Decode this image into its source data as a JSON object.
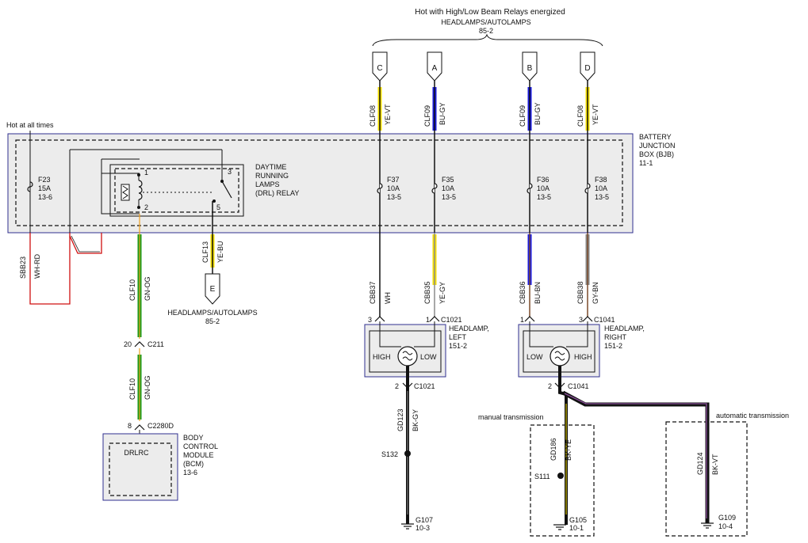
{
  "top": {
    "line1": "Hot with High/Low Beam Relays energized",
    "line2": "HEADLAMPS/AUTOLAMPS",
    "line3": "85-2"
  },
  "connectors_top": [
    {
      "letter": "C",
      "circuit": "CLF08",
      "color_code": "YE-VT"
    },
    {
      "letter": "A",
      "circuit": "CLF09",
      "color_code": "BU-GY"
    },
    {
      "letter": "B",
      "circuit": "CLF09",
      "color_code": "BU-GY"
    },
    {
      "letter": "D",
      "circuit": "CLF08",
      "color_code": "YE-VT"
    }
  ],
  "hot_at_all_times": "Hot at all times",
  "bjb": {
    "line1": "BATTERY",
    "line2": "JUNCTION",
    "line3": "BOX (BJB)",
    "line4": "11-1"
  },
  "fuses": [
    {
      "name": "F23",
      "amps": "15A",
      "ref": "13-6"
    },
    {
      "name": "F37",
      "amps": "10A",
      "ref": "13-5"
    },
    {
      "name": "F35",
      "amps": "10A",
      "ref": "13-5"
    },
    {
      "name": "F36",
      "amps": "10A",
      "ref": "13-5"
    },
    {
      "name": "F38",
      "amps": "10A",
      "ref": "13-5"
    }
  ],
  "relay": {
    "line1": "DAYTIME",
    "line2": "RUNNING",
    "line3": "LAMPS",
    "line4": "(DRL) RELAY",
    "pins": [
      "1",
      "2",
      "3",
      "5"
    ]
  },
  "wires": {
    "sbb23": {
      "circuit": "SBB23",
      "color": "WH-RD"
    },
    "clf13": {
      "circuit": "CLF13",
      "color": "YE-BU"
    },
    "clf10a": {
      "circuit": "CLF10",
      "color": "GN-OG"
    },
    "clf10b": {
      "circuit": "CLF10",
      "color": "GN-OG"
    },
    "cbb37": {
      "circuit": "CBB37",
      "color": "WH"
    },
    "cbb35": {
      "circuit": "CBB35",
      "color": "YE-GY"
    },
    "cbb36": {
      "circuit": "CBB36",
      "color": "BU-BN"
    },
    "cbb38": {
      "circuit": "CBB38",
      "color": "GY-BN"
    },
    "gd123": {
      "circuit": "GD123",
      "color": "BK-GY"
    },
    "gd186": {
      "circuit": "GD186",
      "color": "BK-YE"
    },
    "gd124": {
      "circuit": "GD124",
      "color": "BK-VT"
    }
  },
  "connector_e": {
    "letter": "E",
    "line1": "HEADLAMPS/AUTOLAMPS",
    "line2": "85-2"
  },
  "c211": {
    "pin": "20",
    "name": "C211"
  },
  "c2280d": {
    "pin": "8",
    "name": "C2280D"
  },
  "bcm": {
    "label": "DRLRC",
    "line1": "BODY",
    "line2": "CONTROL",
    "line3": "MODULE",
    "line4": "(BCM)",
    "line5": "13-6"
  },
  "headlamp_left": {
    "line1": "HEADLAMP,",
    "line2": "LEFT",
    "line3": "151-2",
    "high": "HIGH",
    "low": "LOW",
    "pin_left": "3",
    "pin_right": "1",
    "pin_bottom": "2",
    "connector": "C1021"
  },
  "headlamp_right": {
    "line1": "HEADLAMP,",
    "line2": "RIGHT",
    "line3": "151-2",
    "high": "HIGH",
    "low": "LOW",
    "pin_left": "1",
    "pin_right": "3",
    "pin_bottom": "2",
    "connector": "C1041"
  },
  "splices": {
    "s132": "S132",
    "s111": "S111"
  },
  "grounds": [
    {
      "name": "G107",
      "ref": "10-3"
    },
    {
      "name": "G105",
      "ref": "10-1"
    },
    {
      "name": "G109",
      "ref": "10-4"
    }
  ],
  "manual": "manual transmission",
  "automatic": "automatic transmission",
  "colors": {
    "yellow": "#f5e000",
    "blue": "#1a1adf",
    "green": "#1a9a1a",
    "red": "#d01010",
    "violet": "#8a4f9a",
    "gray": "#8a8a8a",
    "brown": "#7a4a2a",
    "frame": "#2f2f8f"
  }
}
